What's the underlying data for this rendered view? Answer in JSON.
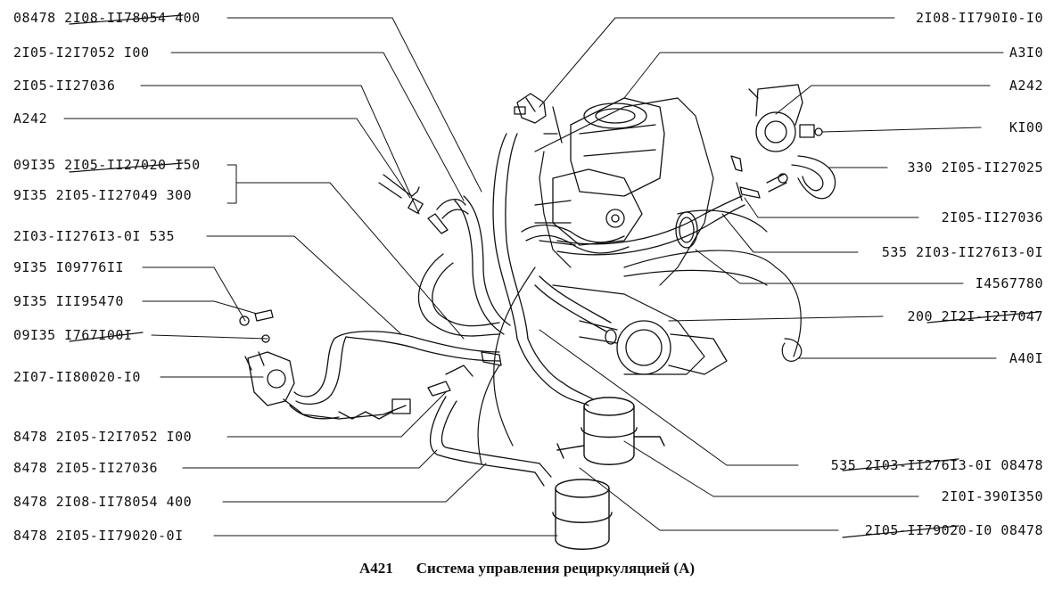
{
  "left_labels": [
    "08478 2I08-II78054 400",
    "2I05-I2I7052 I00",
    "2I05-II27036",
    "A242",
    "09I35 2I05-II27020 I50",
    "9I35  2I05-II27049 300",
    "2I03-II276I3-0I 535",
    "9I35 I09776II",
    "9I35 III95470",
    "09I35 I767I00I",
    "2I07-II80020-I0",
    "8478 2I05-I2I7052 I00",
    "8478 2I05-II27036",
    "8478 2I08-II78054 400",
    "8478 2I05-II79020-0I"
  ],
  "right_labels": [
    "2I08-II790I0-I0",
    "A3I0",
    "A242",
    "KI00",
    "330 2I05-II27025",
    "2I05-II27036",
    "535 2I03-II276I3-0I",
    "I4567780",
    "200 2I2I-I2I7047",
    "A40I",
    "535 2I03-II276I3-0I 08478",
    "2I0I-390I350",
    "2I05-II79020-I0 08478"
  ],
  "caption": {
    "code": "A421",
    "title": "Система управления рециркуляцией (А)"
  }
}
